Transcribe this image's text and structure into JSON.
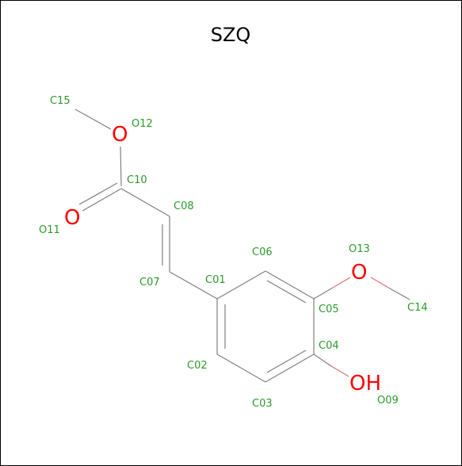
{
  "title": "SZQ",
  "atom_labels": {
    "C15": "C15",
    "O12": "O12",
    "C10": "C10",
    "O11": "O11",
    "C08": "C08",
    "C07": "C07",
    "C01": "C01",
    "C06": "C06",
    "O13": "O13",
    "C05": "C05",
    "C14": "C14",
    "C04": "C04",
    "C02": "C02",
    "C03": "C03",
    "O09": "O09"
  },
  "heteroatom_glyphs": {
    "O12": "O",
    "O11": "O",
    "O13": "O",
    "O09": "OH"
  },
  "colors": {
    "carbon_label": "#2a9a2a",
    "heteroatom": "#ff0000",
    "bond": "#808080",
    "frame": "#000000"
  }
}
